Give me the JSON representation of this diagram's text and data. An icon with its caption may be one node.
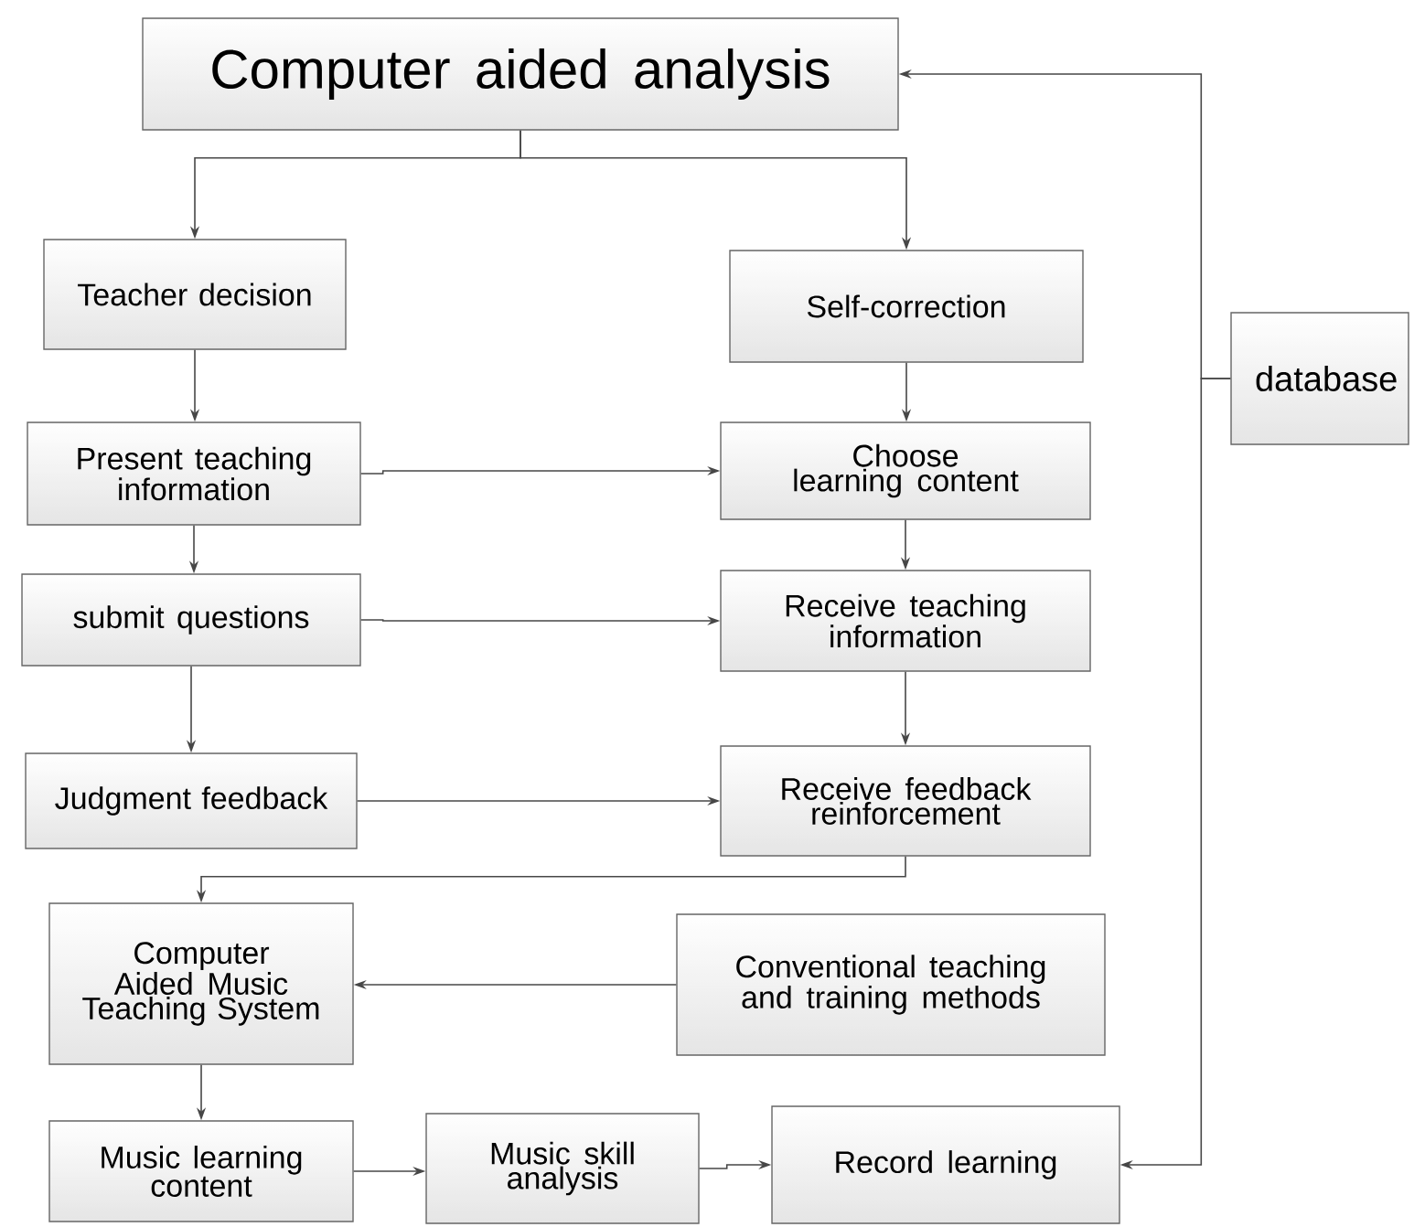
{
  "diagram": {
    "nodes": [
      {
        "text": [
          "Computer aided analysis"
        ]
      },
      {
        "text": [
          "Teacher decision"
        ]
      },
      {
        "text": [
          "Self-correction"
        ]
      },
      {
        "text": [
          "database"
        ]
      },
      {
        "text": [
          "Present teaching information"
        ]
      },
      {
        "text": [
          "Choose learning content"
        ]
      },
      {
        "text": [
          "submit questions"
        ]
      },
      {
        "text": [
          "Receive teaching information"
        ]
      },
      {
        "text": [
          "Judgment feedback"
        ]
      },
      {
        "text": [
          "Receive feedback reinforcement"
        ]
      },
      {
        "text": [
          "Computer Aided Music Teaching System"
        ]
      },
      {
        "text": [
          "Conventional teaching and training methods"
        ]
      },
      {
        "text": [
          "Music learning content"
        ]
      },
      {
        "text": [
          "Music skill analysis"
        ]
      },
      {
        "text": [
          "Record learning"
        ]
      }
    ],
    "edges": [
      {
        "from": 0,
        "to": 1,
        "arrow": "to"
      },
      {
        "from": 0,
        "to": 2,
        "arrow": "to"
      },
      {
        "from": 3,
        "to": 0,
        "arrow": "to"
      },
      {
        "from": 3,
        "to": 14,
        "arrow": "to"
      },
      {
        "from": 1,
        "to": 4,
        "arrow": "to"
      },
      {
        "from": 2,
        "to": 5,
        "arrow": "to"
      },
      {
        "from": 4,
        "to": 5,
        "arrow": "to"
      },
      {
        "from": 4,
        "to": 6,
        "arrow": "to"
      },
      {
        "from": 5,
        "to": 7,
        "arrow": "to"
      },
      {
        "from": 6,
        "to": 7,
        "arrow": "to"
      },
      {
        "from": 6,
        "to": 8,
        "arrow": "to"
      },
      {
        "from": 7,
        "to": 9,
        "arrow": "to"
      },
      {
        "from": 8,
        "to": 9,
        "arrow": "to"
      },
      {
        "from": 9,
        "to": 10,
        "arrow": "to"
      },
      {
        "from": 11,
        "to": 10,
        "arrow": "to"
      },
      {
        "from": 10,
        "to": 12,
        "arrow": "to"
      },
      {
        "from": 12,
        "to": 13,
        "arrow": "to"
      },
      {
        "from": 13,
        "to": 14,
        "arrow": "to"
      }
    ]
  }
}
